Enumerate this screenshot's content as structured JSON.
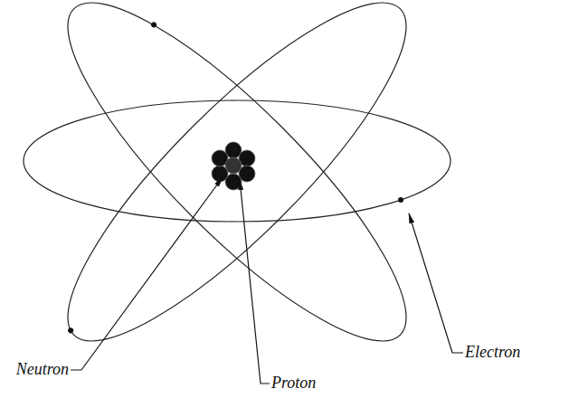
{
  "diagram": {
    "labels": [
      "Neutron",
      "Proton",
      "Electron"
    ]
  }
}
